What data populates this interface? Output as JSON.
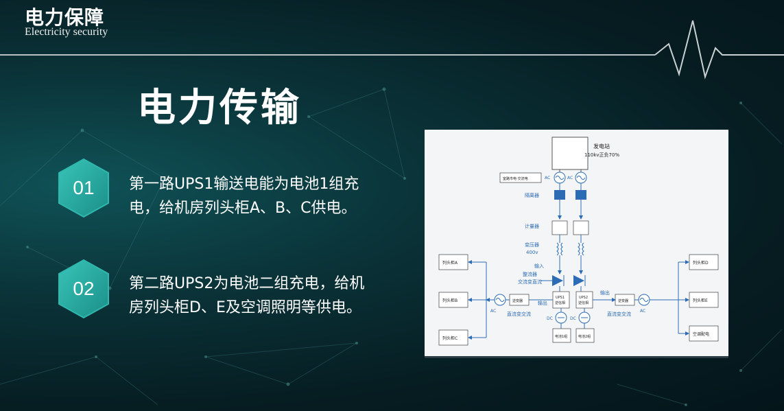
{
  "header": {
    "title": "电力保障",
    "subtitle": "Electricity security"
  },
  "main": {
    "title": "电力传输",
    "items": [
      {
        "number": "01",
        "line1": "第一路UPS1输送电能为电池1组充",
        "line2": "电，给机房列头柜A、B、C供电。"
      },
      {
        "number": "02",
        "line1": "第二路UPS2为电池二组充电，给机",
        "line2": "房列头柜D、E及空调照明等供电。"
      }
    ]
  },
  "diagram": {
    "station_label": "发电站",
    "station_sub": "110kv正负70%",
    "mains_label": "室路市电·交流电",
    "ac": "AC",
    "dc": "DC",
    "isolator": "隔离器",
    "meter": "计量器",
    "transformer": "变压器",
    "transformer_v": "400v",
    "input": "输入",
    "rectifier": "整流器",
    "ac_to_dc": "交流变直流",
    "output": "输出",
    "dc_to_ac": "直流变交流",
    "inverter": "逆变器",
    "ups1": "UPS1",
    "ups2": "UPS2",
    "converter": "逆信相",
    "battery1": "电池1组",
    "battery2": "电池2组",
    "cabinets_left": [
      "列头柜A",
      "列头柜B",
      "列头柜C"
    ],
    "cabinets_right": [
      "列头柜D",
      "列头柜E",
      "空调配电"
    ]
  },
  "colors": {
    "accent_teal": "#2fb8ad",
    "diagram_blue": "#2b6cb5"
  }
}
